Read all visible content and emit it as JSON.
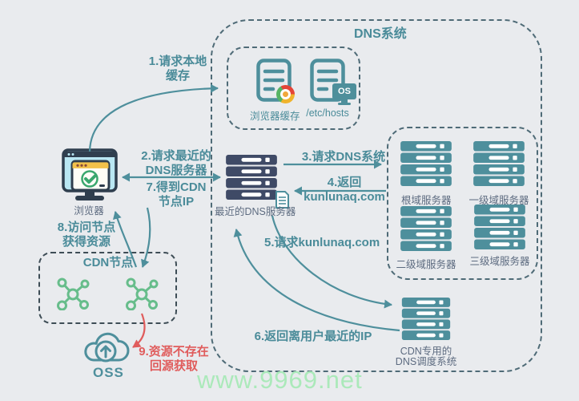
{
  "watermark": "www.9969.net",
  "colors": {
    "background": "#e9ebee",
    "teal_accent": "#4e8f9c",
    "teal_text": "#4a8b99",
    "navy_server": "#3f4a66",
    "green_node": "#67bd8b",
    "red_step": "#e05c5c",
    "watermark_green": "#abe9ba",
    "gray_label": "#5d6b80"
  },
  "dns_system": {
    "title": "DNS系统",
    "local_cache": {
      "items": [
        {
          "label": "浏览器缓存",
          "icon": "document-chrome-icon"
        },
        {
          "label": "/etc/hosts",
          "icon": "document-os-icon",
          "badge": "OS"
        }
      ]
    },
    "domain_servers": [
      {
        "label": "根域服务器"
      },
      {
        "label": "一级域服务器"
      },
      {
        "label": "二级域服务器"
      },
      {
        "label": "三级域服务器"
      }
    ],
    "nearest_dns": {
      "label": "最近的DNS服务器"
    },
    "cdn_dns": {
      "label_line1": "CDN专用的",
      "label_line2": "DNS调度系统"
    }
  },
  "client": {
    "browser_label": "浏览器"
  },
  "cdn_node": {
    "title": "CDN节点"
  },
  "oss": {
    "label": "OSS"
  },
  "steps": [
    {
      "id": 1,
      "lines": [
        "1.请求本地",
        "缓存"
      ]
    },
    {
      "id": 2,
      "lines": [
        "2.请求最近的",
        "DNS服务器"
      ]
    },
    {
      "id": 3,
      "lines": [
        "3.请求DNS系统"
      ]
    },
    {
      "id": 4,
      "lines": [
        "4.返回",
        "kunlunaq.com"
      ]
    },
    {
      "id": 5,
      "lines": [
        "5.请求kunlunaq.com"
      ]
    },
    {
      "id": 6,
      "lines": [
        "6.返回离用户最近的IP"
      ]
    },
    {
      "id": 7,
      "lines": [
        "7.得到CDN",
        "节点IP"
      ]
    },
    {
      "id": 8,
      "lines": [
        "8.访问节点",
        "获得资源"
      ]
    },
    {
      "id": 9,
      "lines": [
        "9.资源不存在",
        "回源获取"
      ]
    }
  ]
}
